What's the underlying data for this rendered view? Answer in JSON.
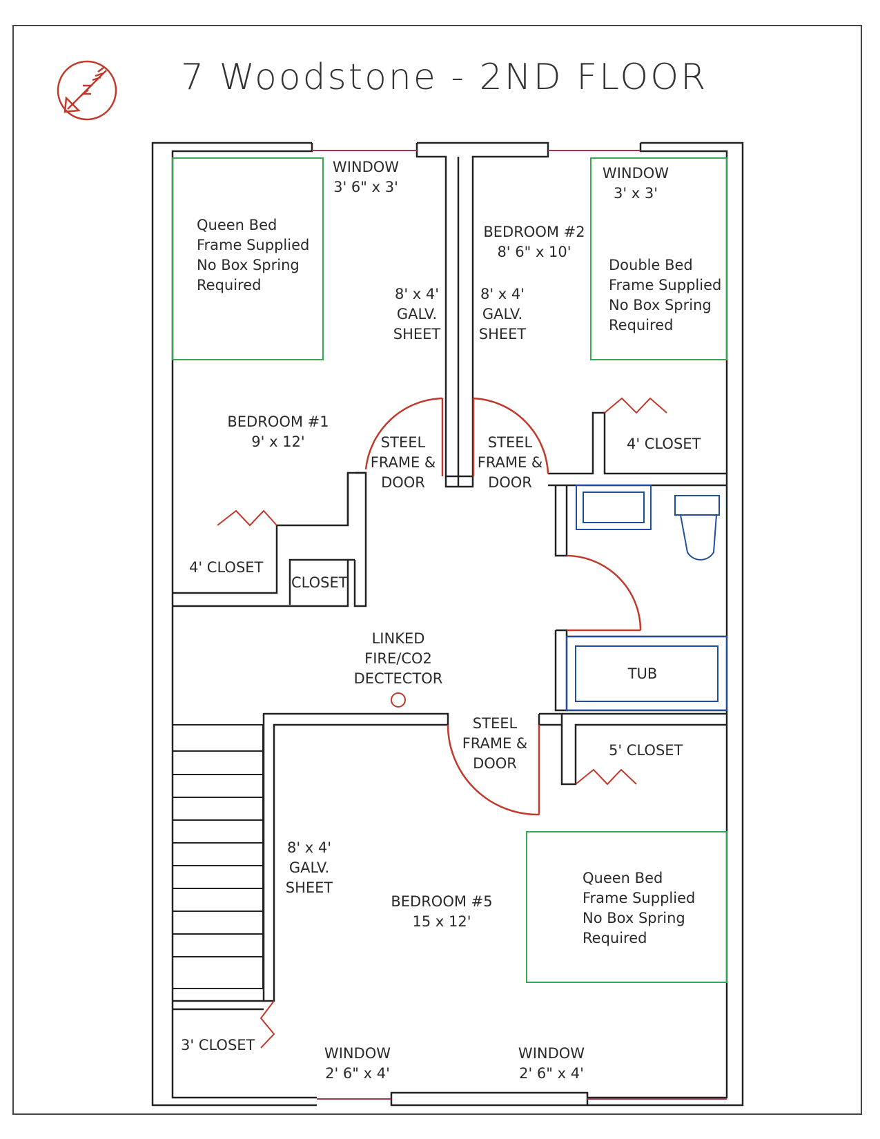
{
  "title": "7 Woodstone - 2ND FLOOR",
  "colors": {
    "wall": "#222222",
    "door": "#c0392b",
    "bed": "#34a853",
    "fixture": "#1f4e9c"
  },
  "icons": {
    "compass": "north-arrow-icon",
    "detector": "detector-circle-icon"
  },
  "labels": {
    "window_top_left": [
      "WINDOW",
      "3' 6\" x 3'"
    ],
    "window_top_right": [
      "WINDOW",
      "3' x 3'"
    ],
    "bed1": [
      "Queen Bed",
      "Frame Supplied",
      "No Box Spring",
      "Required"
    ],
    "bed2": [
      "Double Bed",
      "Frame Supplied",
      "No Box Spring",
      "Required"
    ],
    "bed5": [
      "Queen Bed",
      "Frame Supplied",
      "No Box Spring",
      "Required"
    ],
    "bedroom1": [
      "BEDROOM #1",
      "9' x 12'"
    ],
    "bedroom2": [
      "BEDROOM #2",
      "8' 6\" x 10'"
    ],
    "bedroom5": [
      "BEDROOM #5",
      "15 x 12'"
    ],
    "galv_left": [
      "8' x 4'",
      "GALV.",
      "SHEET"
    ],
    "galv_right": [
      "8' x 4'",
      "GALV.",
      "SHEET"
    ],
    "galv_bottom": [
      "8' x 4'",
      "GALV.",
      "SHEET"
    ],
    "door_left": [
      "STEEL",
      "FRAME &",
      "DOOR"
    ],
    "door_right": [
      "STEEL",
      "FRAME &",
      "DOOR"
    ],
    "door_bottom": [
      "STEEL",
      "FRAME &",
      "DOOR"
    ],
    "closet_b1": "4' CLOSET",
    "closet_hall": "CLOSET",
    "closet_b2": "4' CLOSET",
    "closet_5": "5' CLOSET",
    "closet_3": "3' CLOSET",
    "detector": [
      "LINKED",
      "FIRE/CO2",
      "DECTECTOR"
    ],
    "tub": "TUB",
    "window_bottom_left": [
      "WINDOW",
      "2' 6\" x 4'"
    ],
    "window_bottom_right": [
      "WINDOW",
      "2' 6\" x 4'"
    ]
  }
}
